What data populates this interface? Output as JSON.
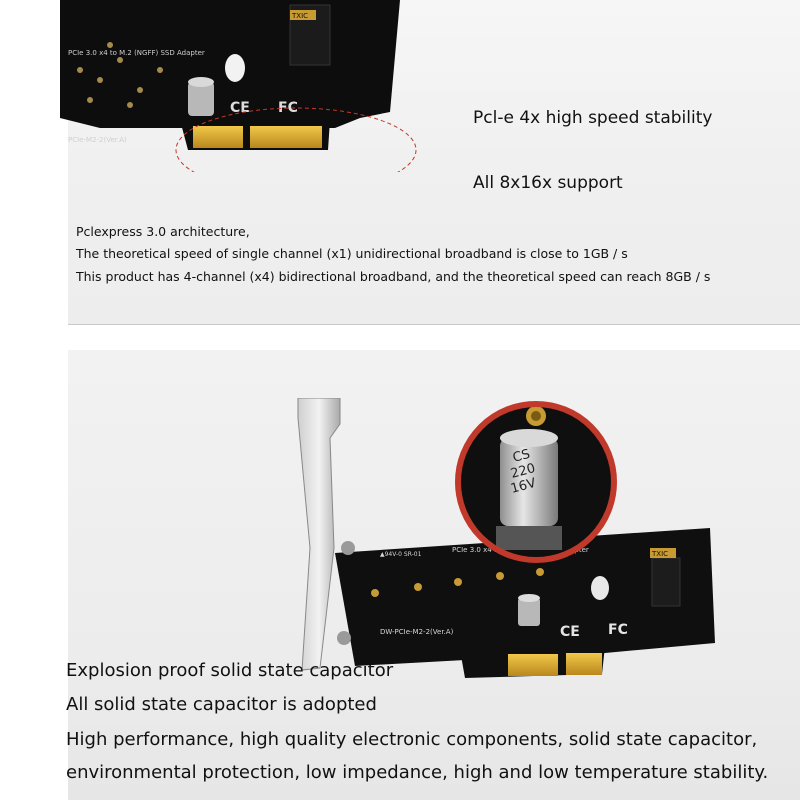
{
  "top": {
    "headline_1": "Pcl-e 4x high speed stability",
    "headline_2": "All 8x16x support",
    "body_lines": [
      "Pclexpress 3.0 architecture,",
      "The theoretical speed of single channel (x1) unidirectional broadband is close to 1GB / s",
      "This product has 4-channel (x4) bidirectional broadband, and the theoretical speed can reach 8GB / s"
    ],
    "pcb": {
      "title": "PCIe 3.0 x4 to M.2 (NGFF) SSD Adapter",
      "version": "PCIe-M2-2(Ver.A)",
      "logo": "TXIC"
    }
  },
  "bottom": {
    "lines": [
      "Explosion proof solid state capacitor",
      "All solid state capacitor is adopted",
      "High performance, high quality electronic components, solid state capacitor,",
      "environmental protection, low impedance, high and low temperature stability."
    ],
    "pcb": {
      "title": "PCIe 3.0 x4 to M.2 (NGFF) SSD Adapter",
      "version": "DW-PCIe-M2-2(Ver.A)",
      "logo": "TXIC",
      "marking": "▲94V-0 SR-01"
    },
    "capacitor": {
      "line1": "CS",
      "line2": "220",
      "line3": "16V"
    }
  },
  "colors": {
    "pcb": "#111111",
    "gold": "#d9a82a",
    "highlight_ring": "#c0392b"
  }
}
